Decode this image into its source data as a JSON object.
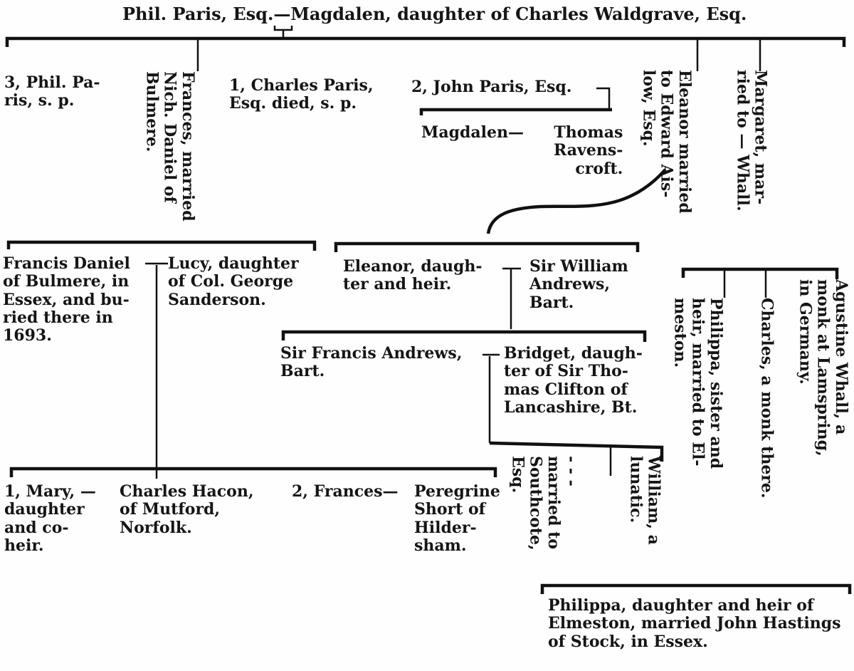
{
  "header": {
    "father": "Phil. Paris, Esq.",
    "mother": "Magdalen, daughter of Charles Waldgrave, Esq."
  },
  "children": {
    "phil": [
      "3, Phil. Pa-",
      "ris, s. p."
    ],
    "frances": [
      "Frances, married",
      "Nich. Daniel of",
      "Bulmere."
    ],
    "charles": [
      "1, Charles Paris,",
      "Esq. died, s. p."
    ],
    "john": "2, John Paris, Esq.",
    "eleanor": [
      "Eleanor married",
      "to Edward Ais-",
      "low, Esq."
    ],
    "margaret": [
      "Margaret, mar-",
      "ried to — Whall."
    ]
  },
  "john_line": {
    "magdalen": "Magdalen—",
    "thomas": [
      "Thomas",
      "Ravens-",
      "croft."
    ]
  },
  "daniel": {
    "francis": [
      "Francis Daniel",
      "of Bulmere, in",
      "Essex, and bu-",
      "ried there in",
      "1693."
    ],
    "lucy": [
      "Lucy, daughter",
      "of Col. George",
      "Sanderson."
    ]
  },
  "andrews": {
    "eleanor": [
      "Eleanor, daugh-",
      "ter and heir."
    ],
    "william": [
      "Sir William",
      "Andrews,",
      "Bart."
    ],
    "francis": [
      "Sir Francis Andrews,",
      "Bart."
    ],
    "bridget": [
      "Bridget, daugh-",
      "ter of Sir Tho-",
      "mas Clifton of",
      "Lancashire, Bt."
    ]
  },
  "whall": {
    "philippa": [
      "Philippa, sister and",
      "heir, married to El-",
      "meston."
    ],
    "charles": "Charles, a monk there.",
    "agustine": [
      "Agustine Whall, a",
      "monk at Lamspring,",
      "in Germany."
    ]
  },
  "daniel_children": {
    "mary": [
      "1, Mary, —",
      "daughter",
      "and co-",
      "heir."
    ],
    "hacon": [
      "Charles Hacon,",
      "of Mutford,",
      "Norfolk."
    ],
    "frances": "2, Frances—",
    "peregrine": [
      "Peregrine",
      "Short of",
      "Hilder-",
      "sham."
    ]
  },
  "andrews_children": {
    "southcote": [
      "- - -",
      "married to",
      "Southcote,",
      "Esq."
    ],
    "william": [
      "William, a",
      "lunatic."
    ]
  },
  "hastings": [
    "Philippa, daughter and heir of",
    "Elmeston, married John Hastings",
    "of Stock, in Essex."
  ]
}
